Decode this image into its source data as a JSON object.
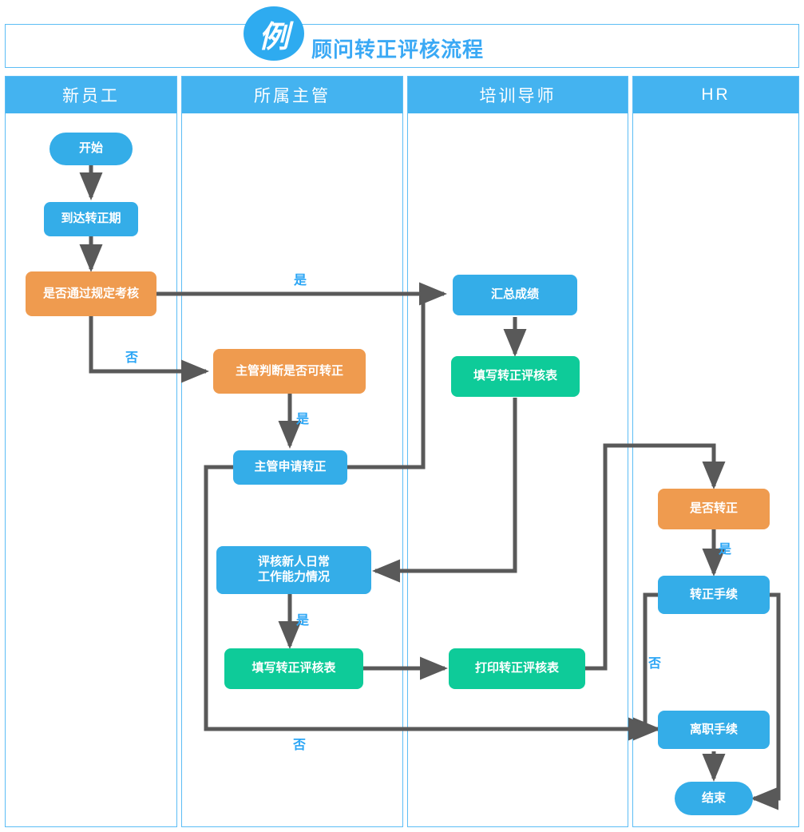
{
  "header": {
    "badge": "例",
    "title": "顾问转正评核流程"
  },
  "lanes": [
    {
      "name": "新员工",
      "label": "新员工"
    },
    {
      "name": "所属主管",
      "label": "所属主管"
    },
    {
      "name": "培训导师",
      "label": "培训导师"
    },
    {
      "name": "HR",
      "label": "HR"
    }
  ],
  "nodes": {
    "start": "开始",
    "reach_period": "到达转正期",
    "pass_exam": "是否通过规定考核",
    "sup_judge": "主管判断是否可转正",
    "sup_apply": "主管申请转正",
    "summarize": "汇总成绩",
    "fill_form_tutor": "填写转正评核表",
    "eval_daily_1": "评核新人日常",
    "eval_daily_2": "工作能力情况",
    "fill_form_sup": "填写转正评核表",
    "print_form": "打印转正评核表",
    "is_regular": "是否转正",
    "regular_proc": "转正手续",
    "resign_proc": "离职手续",
    "end": "结束"
  },
  "edge_labels": {
    "exam_yes": "是",
    "exam_no": "否",
    "judge_yes": "是",
    "eval_yes": "是",
    "sup_no": "否",
    "hr_yes": "是",
    "hr_no": "否"
  },
  "colors": {
    "blue": "#34ade8",
    "lane_header": "#44b3f0",
    "orange": "#ef9b4f",
    "green": "#0ecb99",
    "line": "#595959",
    "label_text": "#2ca6f5",
    "border": "#5cbdf5"
  },
  "chart_data": {
    "type": "diagram",
    "diagram_kind": "swimlane-flowchart",
    "title": "顾问转正评核流程",
    "lanes": [
      "新员工",
      "所属主管",
      "培训导师",
      "HR"
    ],
    "steps": [
      {
        "id": "start",
        "lane": "新员工",
        "shape": "terminator",
        "text": "开始"
      },
      {
        "id": "reach_period",
        "lane": "新员工",
        "shape": "process",
        "text": "到达转正期"
      },
      {
        "id": "pass_exam",
        "lane": "新员工",
        "shape": "decision",
        "text": "是否通过规定考核"
      },
      {
        "id": "sup_judge",
        "lane": "所属主管",
        "shape": "decision",
        "text": "主管判断是否可转正"
      },
      {
        "id": "sup_apply",
        "lane": "所属主管",
        "shape": "process",
        "text": "主管申请转正"
      },
      {
        "id": "summarize",
        "lane": "培训导师",
        "shape": "process",
        "text": "汇总成绩"
      },
      {
        "id": "fill_form_tutor",
        "lane": "培训导师",
        "shape": "document",
        "text": "填写转正评核表"
      },
      {
        "id": "eval_daily",
        "lane": "所属主管",
        "shape": "process",
        "text": "评核新人日常工作能力情况"
      },
      {
        "id": "fill_form_sup",
        "lane": "所属主管",
        "shape": "document",
        "text": "填写转正评核表"
      },
      {
        "id": "print_form",
        "lane": "培训导师",
        "shape": "document",
        "text": "打印转正评核表"
      },
      {
        "id": "is_regular",
        "lane": "HR",
        "shape": "decision",
        "text": "是否转正"
      },
      {
        "id": "regular_proc",
        "lane": "HR",
        "shape": "process",
        "text": "转正手续"
      },
      {
        "id": "resign_proc",
        "lane": "HR",
        "shape": "process",
        "text": "离职手续"
      },
      {
        "id": "end",
        "lane": "HR",
        "shape": "terminator",
        "text": "结束"
      }
    ],
    "edges": [
      {
        "from": "start",
        "to": "reach_period",
        "label": ""
      },
      {
        "from": "reach_period",
        "to": "pass_exam",
        "label": ""
      },
      {
        "from": "pass_exam",
        "to": "summarize",
        "label": "是"
      },
      {
        "from": "pass_exam",
        "to": "sup_judge",
        "label": "否"
      },
      {
        "from": "sup_judge",
        "to": "sup_apply",
        "label": "是"
      },
      {
        "from": "sup_apply",
        "to": "summarize",
        "label": ""
      },
      {
        "from": "summarize",
        "to": "fill_form_tutor",
        "label": ""
      },
      {
        "from": "fill_form_tutor",
        "to": "eval_daily",
        "label": ""
      },
      {
        "from": "eval_daily",
        "to": "fill_form_sup",
        "label": "是"
      },
      {
        "from": "fill_form_sup",
        "to": "print_form",
        "label": ""
      },
      {
        "from": "print_form",
        "to": "is_regular",
        "label": ""
      },
      {
        "from": "is_regular",
        "to": "regular_proc",
        "label": "是"
      },
      {
        "from": "regular_proc",
        "to": "resign_proc",
        "label": "否"
      },
      {
        "from": "sup_apply",
        "to": "resign_proc",
        "label": "否"
      },
      {
        "from": "resign_proc",
        "to": "end",
        "label": ""
      },
      {
        "from": "regular_proc",
        "to": "end",
        "label": ""
      }
    ]
  }
}
